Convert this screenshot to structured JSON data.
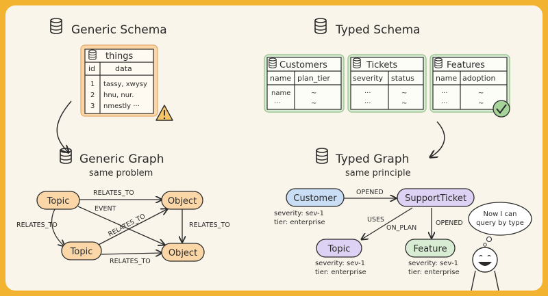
{
  "left": {
    "schema_title": "Generic Schema",
    "table": {
      "name": "things",
      "columns": [
        "id",
        "data"
      ],
      "rows": [
        [
          "1",
          "tassy, xwysy"
        ],
        [
          "2",
          "hnu, nur."
        ],
        [
          "3",
          "nmestly ···"
        ]
      ]
    },
    "graph_title": "Generic Graph",
    "graph_subtitle": "same problem",
    "nodes": [
      "Topic",
      "Object",
      "Topic",
      "Object"
    ],
    "edges": [
      "RELATES_TO",
      "EVENT",
      "RELATES_TO",
      "RELATES_TO",
      "RELATES_TO",
      "RELATES_TO"
    ]
  },
  "right": {
    "schema_title": "Typed Schema",
    "tables": [
      {
        "name": "Customers",
        "columns": [
          "name",
          "plan_tier"
        ],
        "rows": [
          [
            "name",
            "~"
          ],
          [
            "···",
            "~"
          ]
        ]
      },
      {
        "name": "Tickets",
        "columns": [
          "severity",
          "status"
        ],
        "rows": [
          [
            "···",
            "~"
          ],
          [
            "···",
            "~"
          ]
        ]
      },
      {
        "name": "Features",
        "columns": [
          "name",
          "adoption"
        ],
        "rows": [
          [
            "···",
            "~"
          ],
          [
            "···",
            "~"
          ]
        ]
      }
    ],
    "graph_title": "Typed Graph",
    "graph_subtitle": "same principle",
    "nodes": [
      "Customer",
      "SupportTicket",
      "Topic",
      "Feature"
    ],
    "edges": [
      "OPENED",
      "USES",
      "ON_PLAN",
      "OPENED"
    ],
    "props": {
      "customer": [
        "severity: sev-1",
        "tier: enterprise"
      ],
      "topic": [
        "severity: sev-1",
        "tier: enterprise"
      ],
      "feature": [
        "severity: sev-1",
        "tier: enterprise"
      ]
    },
    "bubble": [
      "Now I can",
      "query by type"
    ]
  },
  "colors": {
    "background": "#f2b331",
    "panel": "#faf5ea",
    "orange": "#fbd7a8",
    "green": "#d8ecd3",
    "blue": "#c9def5",
    "purple": "#ddd2f3"
  }
}
